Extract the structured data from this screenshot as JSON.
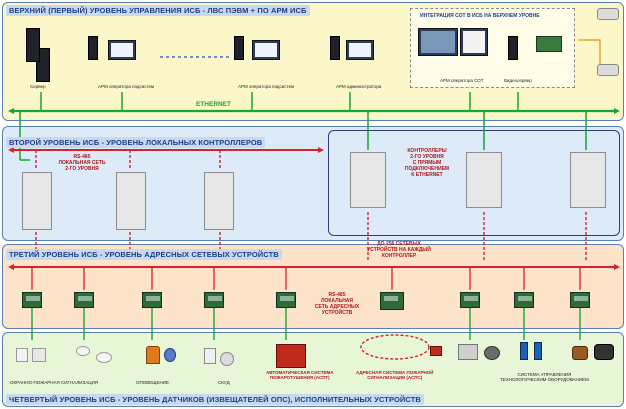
{
  "levels": {
    "l1": "ВЕРХНИЙ (ПЕРВЫЙ) УРОВЕНЬ УПРАВЛЕНИЯ ИСБ - ЛВС ПЭВМ + ПО АРМ ИСБ",
    "l2": "ВТОРОЙ УРОВЕНЬ ИСБ - УРОВЕНЬ ЛОКАЛЬНЫХ КОНТРОЛЛЕРОВ",
    "l3": "ТРЕТИЙ УРОВЕНЬ ИСБ - УРОВЕНЬ АДРЕСНЫХ СЕТЕВЫХ УСТРОЙСТВ",
    "l4": "ЧЕТВЕРТЫЙ УРОВЕНЬ ИСБ - УРОВЕНЬ ДАТЧИКОВ (ИЗВЕЩАТЕЛЕЙ ОПС), ИСПОЛНИТЕЛЬНЫХ УСТРОЙСТВ"
  },
  "top": {
    "server": "Сервер",
    "arm_podsistem_1": "АРМ оператора подсистем",
    "arm_podsistem_2": "АРМ оператора подсистем",
    "arm_admin": "АРМ администратора",
    "arm_sot": "АРМ оператора СОТ",
    "videoserver": "Видеосервер",
    "integration": "ИНТЕГРАЦИЯ СОТ В ИСБ НА ВЕРХНЕМ УРОВНЕ",
    "ethernet": "ETHERNET"
  },
  "level2": {
    "rs485": "RS-485\nЛОКАЛЬНАЯ СЕТЬ\n2-ГО УРОВНЯ",
    "controllers": "КОНТРОЛЛЕРЫ\n2-ГО УРОВНЯ\nС ПРЯМЫМ\nПОДКЛЮЧЕНИЕМ\nК ETHERNET"
  },
  "level3": {
    "up_to_256": "ДО 256 СЕТЕВЫХ\nУСТРОЙСТВ НА КАЖДЫЙ\nКОНТРОЛЛЕР",
    "rs485_addr": "RS-485\nЛОКАЛЬНАЯ\nСЕТЬ АДРЕСНЫХ\nУСТРОЙСТВ"
  },
  "level4": {
    "ops": "ОХРАННО-ПОЖАРНАЯ СИГНАЛИЗАЦИЯ",
    "warning": "ОПОВЕЩЕНИЕ",
    "skud": "СКУД",
    "aspt": "АВТОМАТИЧЕСКАЯ СИСТЕМА\nПОЖАРОТУШЕНИЯ (АСПТ)",
    "asps": "АДРЕСНАЯ СИСТЕМА ПОЖАРНОЙ\nСИГНАЛИЗАЦИИ (АСПС)",
    "tech": "СИСТЕМА УПРАВЛЕНИЯ\nТЕХНОЛОГИЧЕСКИМ ОБОРУДОВАНИЕМ"
  },
  "colors": {
    "ethernet": "#1aa337",
    "rs485": "#d6232a",
    "level_text": "#1e3f86"
  }
}
